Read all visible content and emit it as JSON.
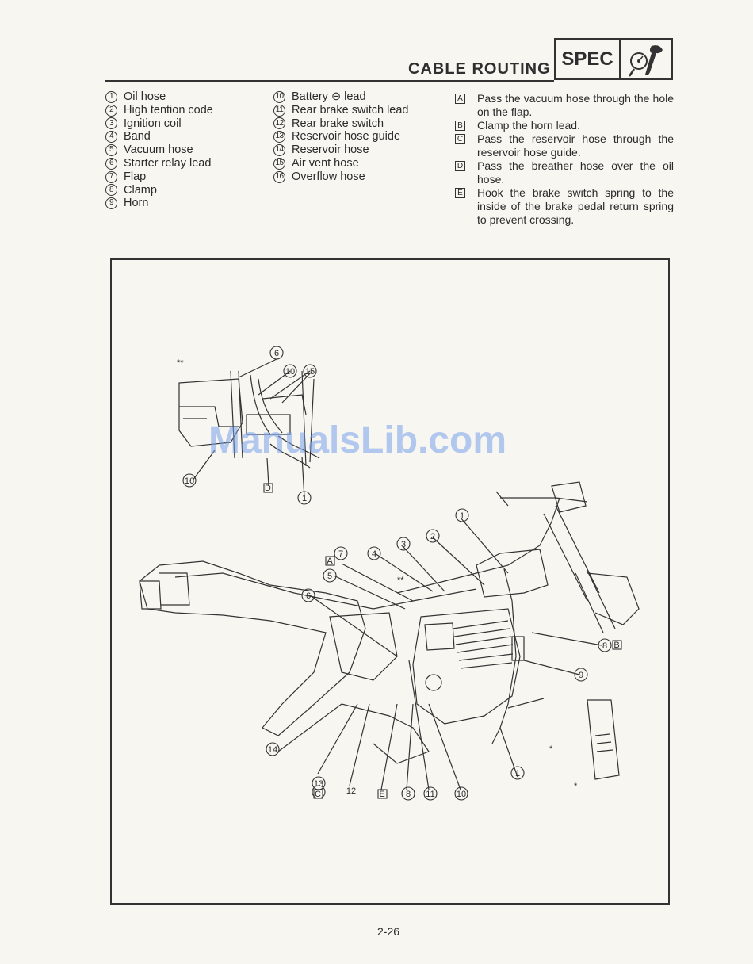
{
  "header": {
    "title": "CABLE ROUTING",
    "badge": "SPEC",
    "badge_icon": "wrench-and-gauge-icon"
  },
  "legend": [
    {
      "num": "1",
      "label": "Oil hose"
    },
    {
      "num": "2",
      "label": "High tention code"
    },
    {
      "num": "3",
      "label": "Ignition coil"
    },
    {
      "num": "4",
      "label": "Band"
    },
    {
      "num": "5",
      "label": "Vacuum hose"
    },
    {
      "num": "6",
      "label": "Starter relay lead"
    },
    {
      "num": "7",
      "label": "Flap"
    },
    {
      "num": "8",
      "label": "Clamp"
    },
    {
      "num": "9",
      "label": "Horn"
    },
    {
      "num": "10",
      "label": "Battery ⊖ lead"
    },
    {
      "num": "11",
      "label": "Rear brake switch lead"
    },
    {
      "num": "12",
      "label": "Rear brake switch"
    },
    {
      "num": "13",
      "label": "Reservoir hose guide"
    },
    {
      "num": "14",
      "label": "Reservoir hose"
    },
    {
      "num": "15",
      "label": "Air vent hose"
    },
    {
      "num": "16",
      "label": "Overflow hose"
    }
  ],
  "notes": [
    {
      "letter": "A",
      "text": "Pass the vacuum hose through the hole on the flap."
    },
    {
      "letter": "B",
      "text": "Clamp the horn lead."
    },
    {
      "letter": "C",
      "text": "Pass the reservoir hose through the reservoir hose guide."
    },
    {
      "letter": "D",
      "text": "Pass the breather hose over the oil hose."
    },
    {
      "letter": "E",
      "text": "Hook the brake switch spring to the inside of the brake pedal return spring to prevent crossing."
    }
  ],
  "diagram": {
    "detail_mark": "**",
    "spring_mark": "*",
    "callouts": {
      "c1": "1",
      "c2": "2",
      "c3": "3",
      "c4": "4",
      "c5": "5",
      "c6": "6",
      "c7": "7",
      "c8": "8",
      "c9": "9",
      "c10": "10",
      "c11": "11",
      "c12": "12",
      "c13": "13",
      "c14": "14",
      "c15": "15",
      "c16": "16",
      "A": "A",
      "B": "B",
      "C": "C",
      "D": "D",
      "E": "E"
    }
  },
  "watermark": "ManualsLib.com",
  "footer": {
    "page_number": "2-26"
  }
}
